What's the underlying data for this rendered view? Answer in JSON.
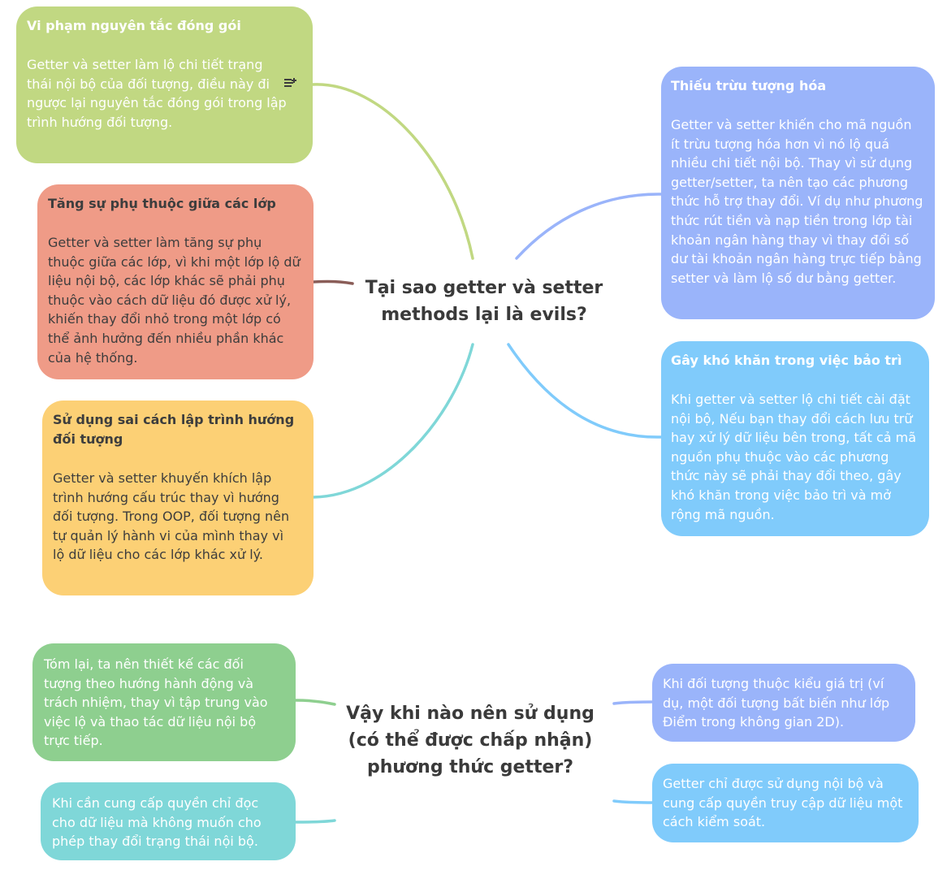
{
  "main_topic": "Tại sao getter và setter methods lại là evils?",
  "second_topic": "Vậy khi nào nên sử dụng (có thể được chấp nhận) phương thức getter?",
  "branches": {
    "encapsulation": {
      "title": "Vi phạm nguyên tắc đóng gói",
      "body": "Getter và setter làm lộ chi tiết trạng thái nội bộ của đối tượng, điều này đi ngược lại nguyên tắc đóng gói trong lập trình hướng đối tượng."
    },
    "coupling": {
      "title": "Tăng sự phụ thuộc giữa các lớp",
      "body": "Getter và setter làm tăng sự phụ thuộc giữa các lớp, vì khi một lớp lộ dữ liệu nội bộ, các lớp khác sẽ phải phụ thuộc vào cách dữ liệu đó được xử lý, khiến thay đổi nhỏ trong một lớp có thể ảnh hưởng đến nhiều phần khác của hệ thống."
    },
    "oop_misuse": {
      "title": "Sử dụng sai cách lập trình hướng đối tượng",
      "body": "Getter và setter khuyến khích lập trình hướng cấu trúc thay vì hướng đối tượng. Trong OOP, đối tượng nên tự quản lý hành vi của mình thay vì lộ dữ liệu cho các lớp khác xử lý."
    },
    "abstraction": {
      "title": "Thiếu trừu tượng hóa",
      "body": "Getter và setter khiến cho mã nguồn ít trừu tượng hóa hơn vì nó lộ quá nhiều chi tiết nội bộ. Thay vì sử dụng getter/setter, ta nên tạo các phương thức hỗ trợ thay đổi. Ví dụ như phương thức rút tiền và nạp tiền trong lớp tài khoản ngân hàng thay vì thay đổi số dư tài khoản ngân hàng trực tiếp bằng setter và làm lộ số dư bằng getter."
    },
    "maintenance": {
      "title": "Gây khó khăn trong việc bảo trì",
      "body": "Khi getter và setter lộ chi tiết cài đặt nội bộ, Nếu bạn thay đổi cách lưu trữ hay xử lý dữ liệu bên trong, tất cả mã nguồn phụ thuộc vào các phương thức này sẽ phải thay đổi theo, gây khó khăn trong việc bảo trì và mở rộng mã nguồn."
    }
  },
  "answers": {
    "summary": "Tóm lại, ta nên thiết kế các đối tượng theo hướng hành động và trách nhiệm, thay vì tập trung vào việc lộ và thao tác dữ liệu nội bộ trực tiếp.",
    "read_only": "Khi cần cung cấp quyền chỉ đọc cho dữ liệu mà không muốn cho phép thay đổi trạng thái nội bộ.",
    "value_type": "Khi đối tượng thuộc kiểu giá trị (ví dụ, một đối tượng bất biến như lớp Điểm trong không gian 2D).",
    "internal_use": "Getter chỉ được sử dụng nội bộ và cung cấp quyền truy cập dữ liệu một cách kiểm soát."
  },
  "colors": {
    "green": "#c1d882",
    "salmon": "#ef9b87",
    "yellow": "#fcd075",
    "periwinkle": "#9ab4fa",
    "skyblue": "#80cbfb",
    "mint": "#8ecf8f",
    "teal": "#7fd7d8",
    "salmon_link": "#8a5d58"
  },
  "icons": [
    "note-icon"
  ]
}
